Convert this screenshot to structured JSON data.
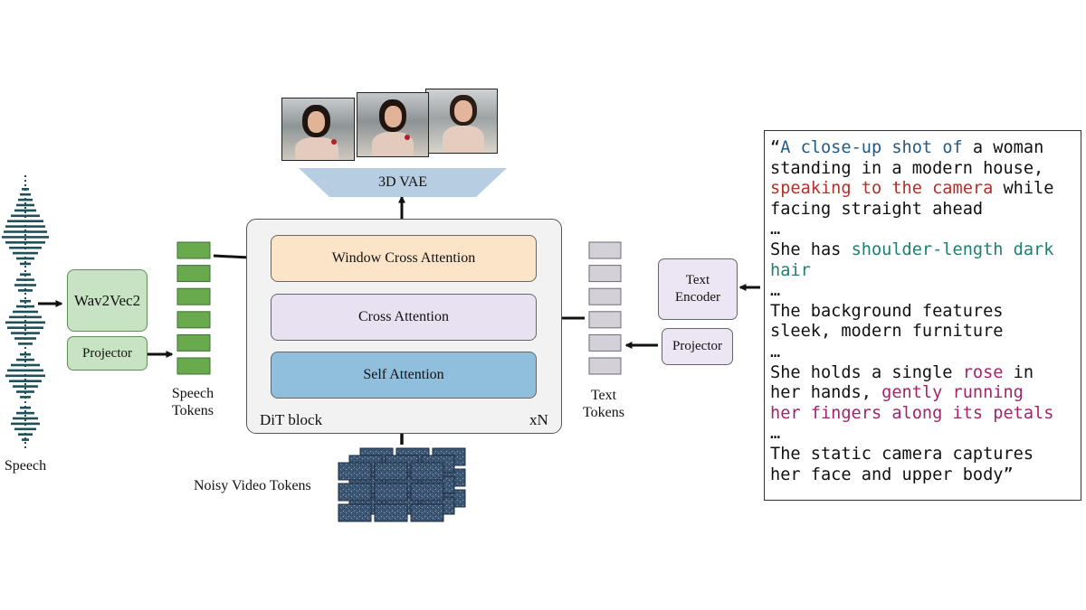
{
  "speech": {
    "label": "Speech",
    "waveform_color": "#1f4f57"
  },
  "wav2vec": {
    "label": "Wav2Vec2"
  },
  "projector_left": {
    "label": "Projector"
  },
  "speech_tokens": {
    "label_line1": "Speech",
    "label_line2": "Tokens",
    "count": 6,
    "color": "#6aaa4f"
  },
  "dit": {
    "window_cross_attention": "Window Cross Attention",
    "cross_attention": "Cross Attention",
    "self_attention": "Self Attention",
    "block_label": "DiT block",
    "repeat_label": "xN"
  },
  "vae": {
    "label": "3D VAE"
  },
  "frames": {
    "count": 3
  },
  "noisy_tokens": {
    "label": "Noisy Video Tokens",
    "color": "#3d5775"
  },
  "text_tokens": {
    "label_line1": "Text",
    "label_line2": "Tokens",
    "count": 6
  },
  "text_encoder": {
    "label_line1": "Text",
    "label_line2": "Encoder"
  },
  "projector_right": {
    "label": "Projector"
  },
  "prompt": {
    "l1a": "“",
    "l1b": "A close-up shot of",
    "l1c": " a woman",
    "l2": "standing in a modern house,",
    "l3a": "speaking to the camera",
    "l3b": " while",
    "l4": "facing straight ahead",
    "e1": "…",
    "l5a": "She has ",
    "l5b": "shoulder-length dark",
    "l6": "hair",
    "e2": "…",
    "l7": "The background features",
    "l8": "sleek, modern furniture",
    "e3": "…",
    "l9a": "She holds a single ",
    "l9b": "rose",
    "l9c": " in",
    "l10a": "her hands, ",
    "l10b": "gently running",
    "l11": "her fingers along its petals",
    "e4": "…",
    "l12": "The static camera captures",
    "l13": "her face and upper body”"
  },
  "colors": {
    "green_box": "#c8e3c3",
    "green_border": "#5e8f55",
    "window_attn": "#fbe4c7",
    "cross_attn": "#e8e1f1",
    "self_attn": "#8fbfdc",
    "dit_bg": "#f2f2f2",
    "vae": "#b7cee2",
    "text_box": "#ece5f3",
    "token_gray": "#d3d0d8"
  }
}
